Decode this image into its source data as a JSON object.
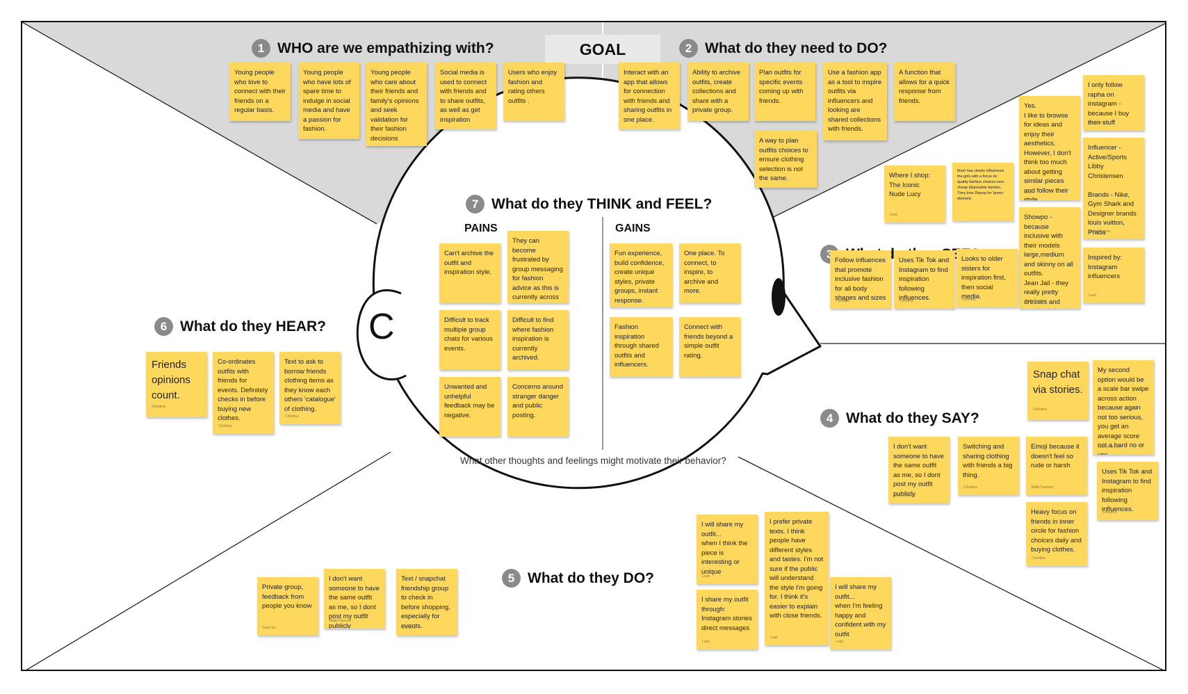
{
  "goal": "GOAL",
  "sections": [
    {
      "num": "1",
      "title": "WHO are we empathizing with?"
    },
    {
      "num": "2",
      "title": "What do they need to DO?"
    },
    {
      "num": "3",
      "title": "What do they SEE?"
    },
    {
      "num": "4",
      "title": "What do they SAY?"
    },
    {
      "num": "5",
      "title": "What do they DO?"
    },
    {
      "num": "6",
      "title": "What do they HEAR?"
    },
    {
      "num": "7",
      "title": "What do they THINK and FEEL?"
    }
  ],
  "think_feel": {
    "pains_label": "PAINS",
    "gains_label": "GAINS",
    "caption": "What other thoughts and feelings might motivate their behavior?"
  },
  "notes": {
    "who": [
      {
        "text": "Young people who love to connect with their friends on a regular basis.",
        "author": ""
      },
      {
        "text": "Young people who have lots of spare time to indulge in social media and have a passion for fashion.",
        "author": ""
      },
      {
        "text": "Young people who care about their friends and family's opinions and seek validation for their fashion decisions",
        "author": ""
      },
      {
        "text": "Social media is used to connect with friends and to share outfits, as well as get inspiration",
        "author": ""
      },
      {
        "text": "Users who enjoy fashion and rating others outfits .",
        "author": ""
      }
    ],
    "need": [
      {
        "text": "Interact with an app that allows for connection with friends and sharing outfits in one place.",
        "author": ""
      },
      {
        "text": "Ability to archive outfits, create collections and share with a private group.",
        "author": ""
      },
      {
        "text": "Plan outfits for specific events coming up with friends.",
        "author": ""
      },
      {
        "text": "Use a fashion app as a tool to inspire outfits via influencers and looking are shared collections with friends.",
        "author": ""
      },
      {
        "text": "A function that allows for a quick response from friends.",
        "author": ""
      },
      {
        "text": "A way to plan outfits choices to ensure clothing selection is not the same.",
        "author": ""
      }
    ],
    "see": [
      {
        "text": "I only follow rapha on instagram - because I buy their stuff",
        "author": "emreth129"
      },
      {
        "text": "Yes.\nI like to browse for ideas and enjoy their aesthetics. However, I don't think too much about getting similar pieces and follow their style.",
        "author": "Leah"
      },
      {
        "text": "Influencer - Active/Sports Libby Christensen\n\nBrands - Nike, Gym Shark and Designer brands louis vuitton, Prada",
        "author": "Malls Pavlovic"
      },
      {
        "text": "Where I shop:\nThe Iconic\nNude Lucy",
        "author": "Leah"
      },
      {
        "text": "Mum has clearly influenced the girls with a focus on quality fashion choices over cheap disposable fashion. They love Depop for 'green element.",
        "author": ""
      },
      {
        "text": "Showpo - because inclusive with their models large,medium and skinny on all outfits.\nJean Jail - they really pretty dresses and trendy clothes",
        "author": "Malls Pavlovic"
      },
      {
        "text": "Follow influences that promote inclusive fashion for all body shapes and sizes",
        "author": "Christina"
      },
      {
        "text": "Uses Tik Tok and Instagram to find inspiration following influences.",
        "author": "Christina"
      },
      {
        "text": "Looks to older sisters for inspiration first, then social media.",
        "author": "Christina"
      },
      {
        "text": "Inspired by: Instagram influencers",
        "author": "Leah"
      }
    ],
    "say": [
      {
        "text": "Snap chat via stories.",
        "author": "Christina"
      },
      {
        "text": "My second option would be a scale bar swipe across action because again not too serious, you get an average score not a hard no or yes",
        "author": "Malls Pavlovic"
      },
      {
        "text": "I don't want someone to have the same outfit as me, so I dont post my outfit publicly",
        "author": "Malls Pavlovic"
      },
      {
        "text": "Switching and sharing clothing with friends a big thing.",
        "author": "Christina"
      },
      {
        "text": "Emoji because it doesn't feel so rude or harsh",
        "author": "Malls Pavlovic"
      },
      {
        "text": "Uses Tik Tok and Instagram to find inspiration following influences.",
        "author": "Christina"
      },
      {
        "text": "Heavy focus on friends in inner circle for fashion choices daily and buying clothes.",
        "author": "Christina"
      }
    ],
    "do": [
      {
        "text": "Private group, feedback from people you know",
        "author": "Gam Vu"
      },
      {
        "text": "I don't want someone to have the same outfit as me, so I dont post my outfit publicly",
        "author": "Malls Pavlovic"
      },
      {
        "text": "Text / snapchat friendship group to check in before shopping, especially for events.",
        "author": "Christina"
      },
      {
        "text": "I will share my outfit...\nwhen I think the piece is interesting or unique",
        "author": "Leah"
      },
      {
        "text": "I share my outfit through:\nInstagram stories\ndirect messages",
        "author": "Leah"
      },
      {
        "text": "I prefer private texts. I think people have different styles and tastes. I'm not sure if the public will understand the style I'm going for. I think it's easier to explain with close friends.",
        "author": "Leah"
      },
      {
        "text": "I will share my outfit...\nwhen I'm feeling happy and confident with my outfit",
        "author": "Leah"
      }
    ],
    "hear": [
      {
        "text": "Friends opinions count.",
        "author": "Christina"
      },
      {
        "text": "Co-ordinates outfits with friends for events. Definitely checks in before buying new clothes.",
        "author": "Christina"
      },
      {
        "text": "Text to ask to borrow friends clothing items as they know each others 'catalogue' of clothing.",
        "author": "Christina"
      }
    ],
    "pains": [
      {
        "text": "Can't archive the outfit and inspiration style.",
        "author": ""
      },
      {
        "text": "They can become frustrated by group messaging for fashion advice as this is currently across multiple apps",
        "author": ""
      },
      {
        "text": "Difficult to track multiple group chats for various events.",
        "author": ""
      },
      {
        "text": "Difficult to find where fashion inspiration is currently archived.",
        "author": ""
      },
      {
        "text": "Unwanted and unhelpful feedback may be negative.",
        "author": ""
      },
      {
        "text": "Concerns around stranger danger and public posting.",
        "author": ""
      }
    ],
    "gains": [
      {
        "text": "Fun experience, build confidence, create unique styles, private groups, instant response.",
        "author": ""
      },
      {
        "text": "One place. To connect, to inspire, to archive and more.",
        "author": ""
      },
      {
        "text": "Fashion inspiration through shared outfits and influencers.",
        "author": ""
      },
      {
        "text": "Connect with friends beyond a simple outfit rating.",
        "author": ""
      }
    ]
  }
}
